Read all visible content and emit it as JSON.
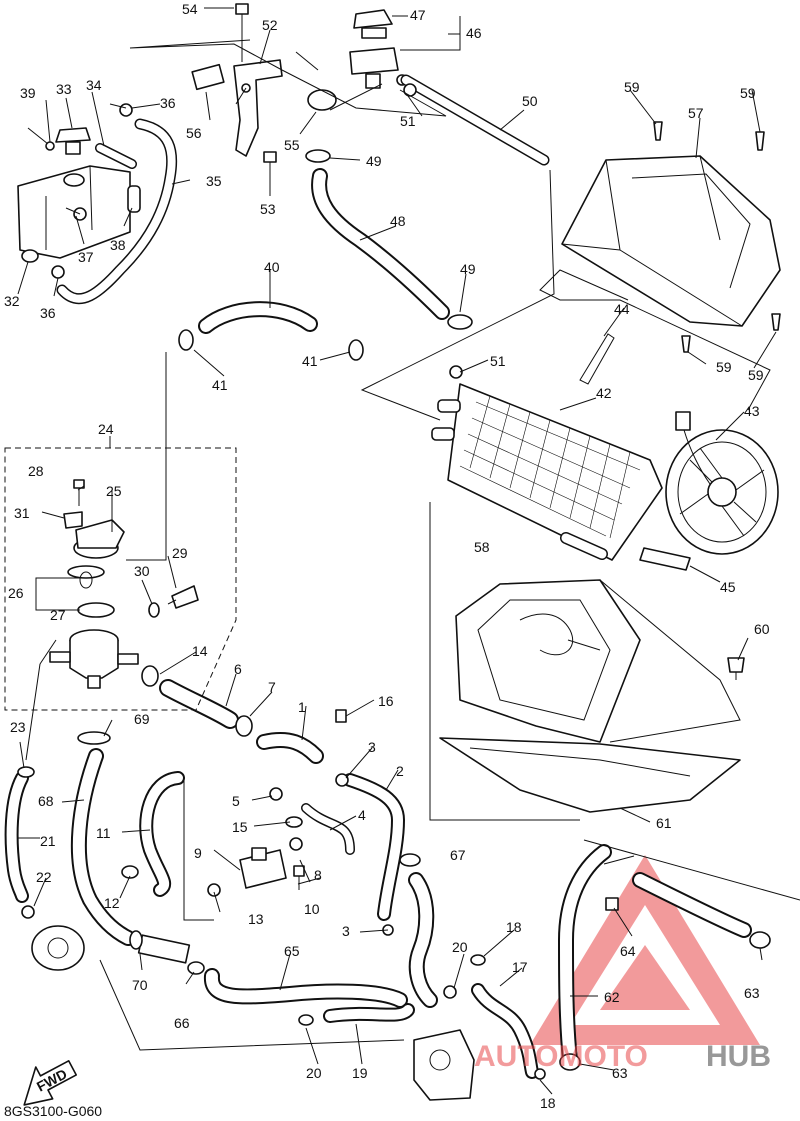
{
  "diagram_code": "8GS3100-G060",
  "fwd_label": "FWD",
  "watermark": {
    "brand_a": "AUTOMOTO",
    "brand_b": "HUB",
    "accent": "#e8484a",
    "dark": "#444444"
  },
  "callouts": {
    "c1": "1",
    "c2": "2",
    "c3a": "3",
    "c3b": "3",
    "c4": "4",
    "c5": "5",
    "c6": "6",
    "c7": "7",
    "c8": "8",
    "c9": "9",
    "c10": "10",
    "c11": "11",
    "c12": "12",
    "c13": "13",
    "c14": "14",
    "c15": "15",
    "c16": "16",
    "c17": "17",
    "c18a": "18",
    "c18b": "18",
    "c19": "19",
    "c20a": "20",
    "c20b": "20",
    "c21": "21",
    "c22": "22",
    "c23": "23",
    "c24": "24",
    "c25": "25",
    "c26": "26",
    "c27": "27",
    "c28": "28",
    "c29": "29",
    "c30": "30",
    "c31": "31",
    "c32": "32",
    "c33": "33",
    "c34": "34",
    "c35": "35",
    "c36a": "36",
    "c36b": "36",
    "c37": "37",
    "c38": "38",
    "c39": "39",
    "c40": "40",
    "c41a": "41",
    "c41b": "41",
    "c42": "42",
    "c43": "43",
    "c44": "44",
    "c45": "45",
    "c46": "46",
    "c47": "47",
    "c48": "48",
    "c49a": "49",
    "c49b": "49",
    "c50": "50",
    "c51a": "51",
    "c51b": "51",
    "c52": "52",
    "c53": "53",
    "c54": "54",
    "c55": "55",
    "c56": "56",
    "c57": "57",
    "c58": "58",
    "c59a": "59",
    "c59b": "59",
    "c59c": "59",
    "c59d": "59",
    "c60": "60",
    "c61": "61",
    "c62": "62",
    "c63a": "63",
    "c63b": "63",
    "c64": "64",
    "c65": "65",
    "c66": "66",
    "c67": "67",
    "c68": "68",
    "c69": "69",
    "c70": "70"
  }
}
